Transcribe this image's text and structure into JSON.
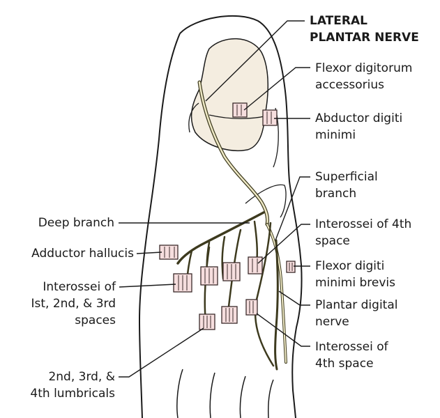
{
  "colors": {
    "outline": "#1a1a1a",
    "nerve_fill": "#efe9c6",
    "nerve_stroke": "#3d3a1e",
    "muscle_fill": "#f6dede",
    "muscle_stroke": "#3a2a2a",
    "calcaneus_fill": "#f4ede0"
  },
  "labels": {
    "lateral_plantar_nerve": [
      "LATERAL",
      "PLANTAR NERVE"
    ],
    "flexor_digitorum_accessorius": [
      "Flexor digitorum",
      "accessorius"
    ],
    "abductor_digiti_minimi": [
      "Abductor digiti",
      "minimi"
    ],
    "superficial_branch": [
      "Superficial",
      "branch"
    ],
    "deep_branch": [
      "Deep branch"
    ],
    "interossei_4th_space_upper": [
      "Interossei of 4th",
      "space"
    ],
    "adductor_hallucis": [
      "Adductor hallucis"
    ],
    "flexor_digiti_minimi_brevis": [
      "Flexor digiti",
      "minimi brevis"
    ],
    "interossei_1_2_3": [
      "Interossei of",
      "Ist, 2nd, & 3rd",
      "spaces"
    ],
    "plantar_digital_nerve": [
      "Plantar digital",
      "nerve"
    ],
    "interossei_4th_space_lower": [
      "Interossei of",
      "4th space"
    ],
    "lumbricals": [
      "2nd, 3rd, &",
      "4th lumbricals"
    ]
  }
}
